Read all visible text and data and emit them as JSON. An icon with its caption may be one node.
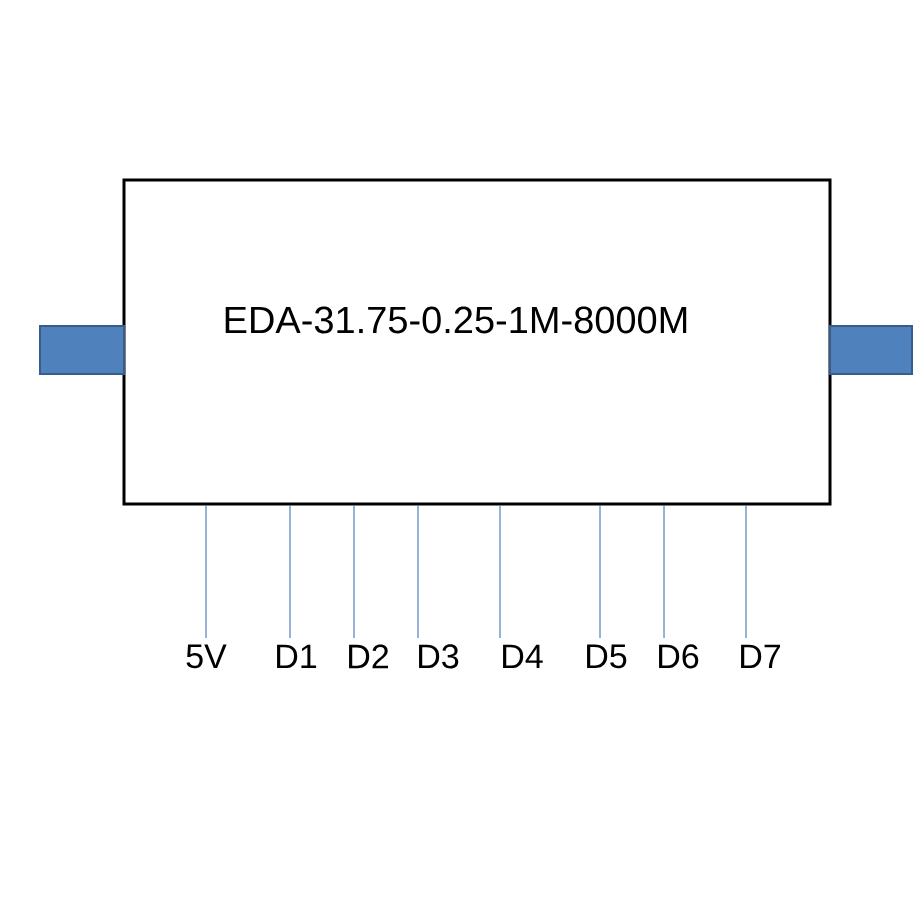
{
  "diagram": {
    "nodes": [
      {
        "text": [
          "EDA-31.75-0.25-1M-8000M"
        ]
      },
      {
        "text": [],
        "shape": "box"
      },
      {
        "text": [],
        "shape": "box"
      },
      {
        "text": [
          "5V"
        ]
      },
      {
        "text": [
          "D1"
        ]
      },
      {
        "text": [
          "D2"
        ]
      },
      {
        "text": [
          "D3"
        ]
      },
      {
        "text": [
          "D4"
        ]
      },
      {
        "text": [
          "D5"
        ]
      },
      {
        "text": [
          "D6"
        ]
      },
      {
        "text": [
          "D7"
        ]
      }
    ],
    "edges": [
      {
        "from": 0,
        "to": 3,
        "arrow": "none"
      },
      {
        "from": 0,
        "to": 4,
        "arrow": "none"
      },
      {
        "from": 0,
        "to": 5,
        "arrow": "none"
      },
      {
        "from": 0,
        "to": 6,
        "arrow": "none"
      },
      {
        "from": 0,
        "to": 7,
        "arrow": "none"
      },
      {
        "from": 0,
        "to": 8,
        "arrow": "none"
      },
      {
        "from": 0,
        "to": 9,
        "arrow": "none"
      },
      {
        "from": 0,
        "to": 10,
        "arrow": "none"
      }
    ]
  }
}
